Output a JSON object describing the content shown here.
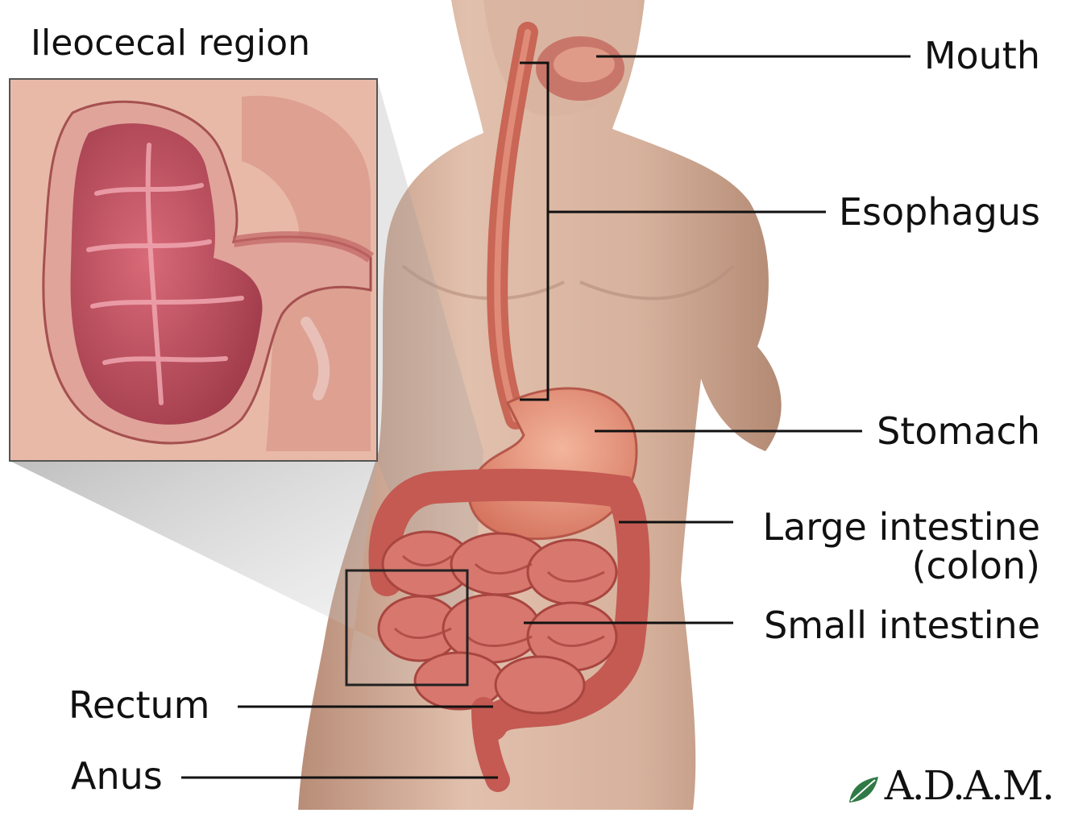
{
  "diagram": {
    "inset_title": "Ileocecal region",
    "labels": {
      "mouth": "Mouth",
      "esophagus": "Esophagus",
      "stomach": "Stomach",
      "large_intestine_line1": "Large intestine",
      "large_intestine_line2": "(colon)",
      "small_intestine": "Small intestine",
      "rectum": "Rectum",
      "anus": "Anus"
    },
    "logo_text": "A.D.A.M.",
    "colors": {
      "skin": "#d9b4a0",
      "organ": "#d0706a",
      "organ_dark": "#a8453f",
      "stomach": "#e89a80",
      "leader_line": "#111111",
      "logo_leaf": "#2f7a46"
    }
  }
}
